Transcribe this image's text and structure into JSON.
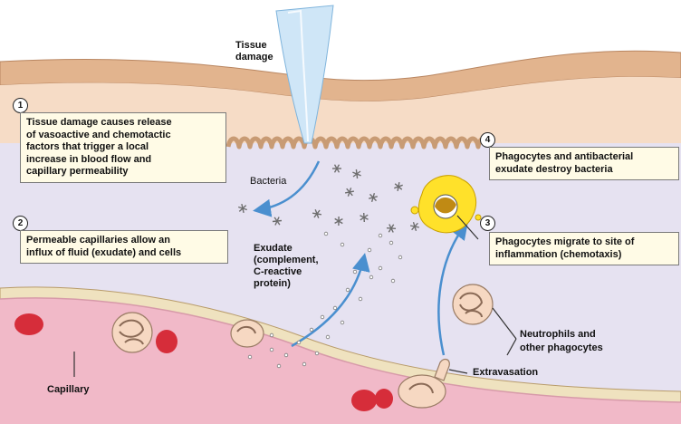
{
  "labels": {
    "tissue_damage": [
      "Tissue",
      "damage"
    ],
    "bacteria": "Bacteria",
    "exudate": [
      "Exudate",
      "(complement,",
      "C-reactive",
      "protein)"
    ],
    "neutrophils": [
      "Neutrophils and",
      "other phagocytes"
    ],
    "extravasation": "Extravasation",
    "capillary": "Capillary"
  },
  "steps": [
    {
      "number": "1",
      "lines": [
        "Tissue damage causes release",
        "of vasoactive and chemotactic",
        "factors that trigger a local",
        "increase in blood flow and",
        "capillary permeability"
      ]
    },
    {
      "number": "2",
      "lines": [
        "Permeable capillaries allow an",
        "influx of fluid (exudate) and cells"
      ]
    },
    {
      "number": "3",
      "lines": [
        "Phagocytes migrate to site of",
        "inflammation (chemotaxis)"
      ]
    },
    {
      "number": "4",
      "lines": [
        "Phagocytes and antibacterial",
        "exudate destroy bacteria"
      ]
    }
  ],
  "colors": {
    "skin_surface": "#e2b48e",
    "dermis": "#f6dcc6",
    "tissue": "#e6e2f1",
    "vessel_wall": "#efe2bf",
    "blood": "#f1b9c8",
    "red_cell": "#d62d3a",
    "phagocyte": "#ffe12a",
    "arrow": "#4a8fcf",
    "callout_box": "#fffbe6"
  }
}
